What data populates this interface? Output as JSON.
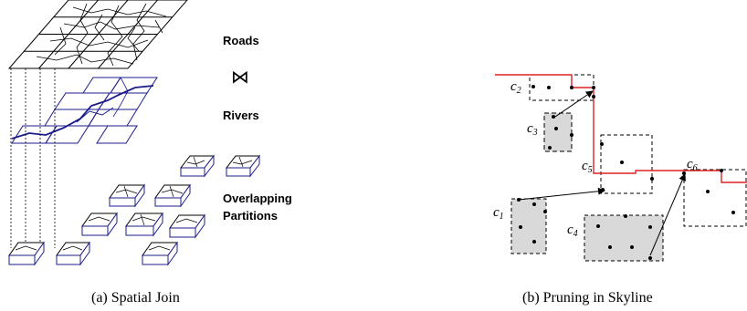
{
  "panel_a": {
    "caption": "(a)  Spatial Join",
    "layers": {
      "roads": "Roads",
      "join_symbol": "⋈",
      "rivers": "Rivers",
      "overlap_line1": "Overlapping",
      "overlap_line2": "Partitions"
    }
  },
  "panel_b": {
    "caption": "(b)  Pruning in Skyline",
    "cells": [
      {
        "name": "c2",
        "letter": "c",
        "sub": "2"
      },
      {
        "name": "c3",
        "letter": "c",
        "sub": "3"
      },
      {
        "name": "c5",
        "letter": "c",
        "sub": "5"
      },
      {
        "name": "c6",
        "letter": "c",
        "sub": "6"
      },
      {
        "name": "c1",
        "letter": "c",
        "sub": "1"
      },
      {
        "name": "c4",
        "letter": "c",
        "sub": "4"
      }
    ]
  },
  "colors": {
    "skyline": "#dd2222",
    "river": "#1c1c8c",
    "pruned_fill": "#d9d9d9",
    "ink": "#000000"
  }
}
